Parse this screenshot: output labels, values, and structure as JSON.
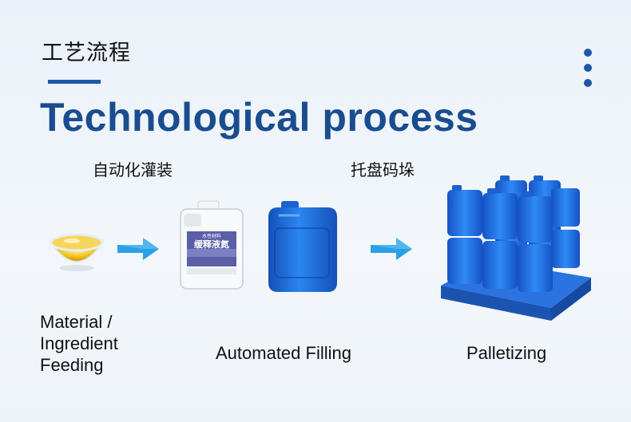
{
  "header": {
    "cn_title": "工艺流程",
    "en_title": "Technological process"
  },
  "menu": {
    "icon": "vertical-dots-icon"
  },
  "steps": [
    {
      "caption_lines": [
        "Material /",
        "Ingredient",
        "Feeding"
      ]
    },
    {
      "cn_label": "自动化灌装",
      "caption": "Automated Filling"
    },
    {
      "cn_label": "托盘码垛",
      "caption": "Palletizing"
    }
  ],
  "product_label": {
    "brand_small": "水性材料",
    "name": "缓释液氮"
  },
  "colors": {
    "accent": "#1f57a6",
    "title": "#1a4c8f",
    "arrow": "#2aa0e6",
    "jug_blue": "#1f6fe0"
  }
}
